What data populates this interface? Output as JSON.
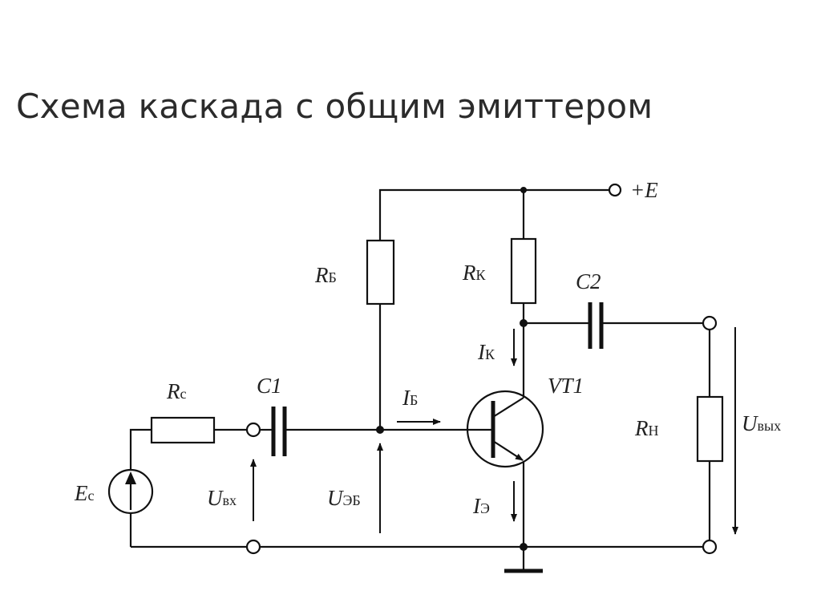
{
  "title": "Схема каскада с общим эмиттером",
  "labels": {
    "supply": {
      "main": "+E",
      "sub": ""
    },
    "rb": {
      "main": "R",
      "sub": "Б"
    },
    "rk": {
      "main": "R",
      "sub": "К"
    },
    "c2": {
      "main": "C2",
      "sub": ""
    },
    "ik": {
      "main": "I",
      "sub": "К"
    },
    "vt1": {
      "main": "VT1",
      "sub": ""
    },
    "rs": {
      "main": "R",
      "sub": "с"
    },
    "c1": {
      "main": "C1",
      "sub": ""
    },
    "ib": {
      "main": "I",
      "sub": "Б"
    },
    "rn": {
      "main": "R",
      "sub": "Н"
    },
    "uout": {
      "main": "U",
      "sub": "вых"
    },
    "es": {
      "main": "E",
      "sub": "с"
    },
    "uin": {
      "main": "U",
      "sub": "вх"
    },
    "ueb": {
      "main": "U",
      "sub": "ЭБ"
    },
    "ie": {
      "main": "I",
      "sub": "Э"
    }
  }
}
